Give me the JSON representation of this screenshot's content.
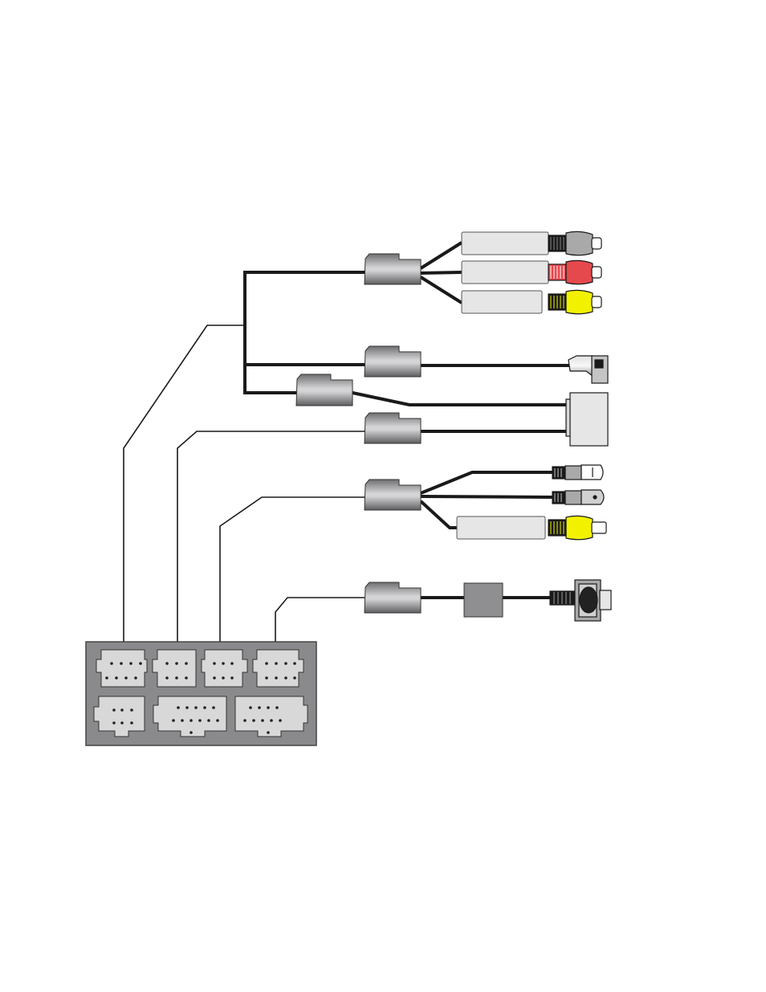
{
  "diagram": {
    "kind": "wiring-harness",
    "wire_color": "#1a1a1a",
    "harness_connector_body_color": "#6e6e70",
    "harness_connector_highlight_color": "#d4d4d6",
    "hub_box_fill": "#8a8a8c",
    "hub_socket_fill": "#d8d8d8",
    "label_box_fill": "#e6e6e6",
    "rca_colors": {
      "gray": "#a9a9a9",
      "red": "#e5484d",
      "yellow": "#f2f200",
      "white": "#f4f4f4"
    },
    "harness_connectors": [
      {
        "name": "av-output-harness",
        "feeds": [
          "gray-rca",
          "red-rca",
          "yellow-rca"
        ]
      },
      {
        "name": "right-angle-plug-harness",
        "feeds": [
          "right-angle-plug"
        ]
      },
      {
        "name": "module-upper-harness",
        "feeds": [
          "module-box"
        ]
      },
      {
        "name": "module-lower-harness",
        "feeds": [
          "module-box"
        ]
      },
      {
        "name": "av-input-harness",
        "feeds": [
          "mini-din-plug",
          "mini-din-plug",
          "yellow-rca"
        ]
      },
      {
        "name": "dock-harness",
        "feeds": [
          "inline-module",
          "dock-connector"
        ]
      }
    ],
    "hub_sockets": [
      {
        "name": "socket-1",
        "pins": 8
      },
      {
        "name": "socket-2",
        "pins": 6
      },
      {
        "name": "socket-3",
        "pins": 6
      },
      {
        "name": "socket-4",
        "pins": 8
      },
      {
        "name": "socket-5",
        "pins": 6
      },
      {
        "name": "socket-6",
        "pins": 12
      },
      {
        "name": "socket-7",
        "pins": 10
      }
    ],
    "label_boxes": [
      {
        "name": "label-box-gray-rca",
        "text": ""
      },
      {
        "name": "label-box-red-rca",
        "text": ""
      },
      {
        "name": "label-box-yellow-rca",
        "text": ""
      },
      {
        "name": "label-box-av-input-yellow",
        "text": ""
      }
    ]
  }
}
